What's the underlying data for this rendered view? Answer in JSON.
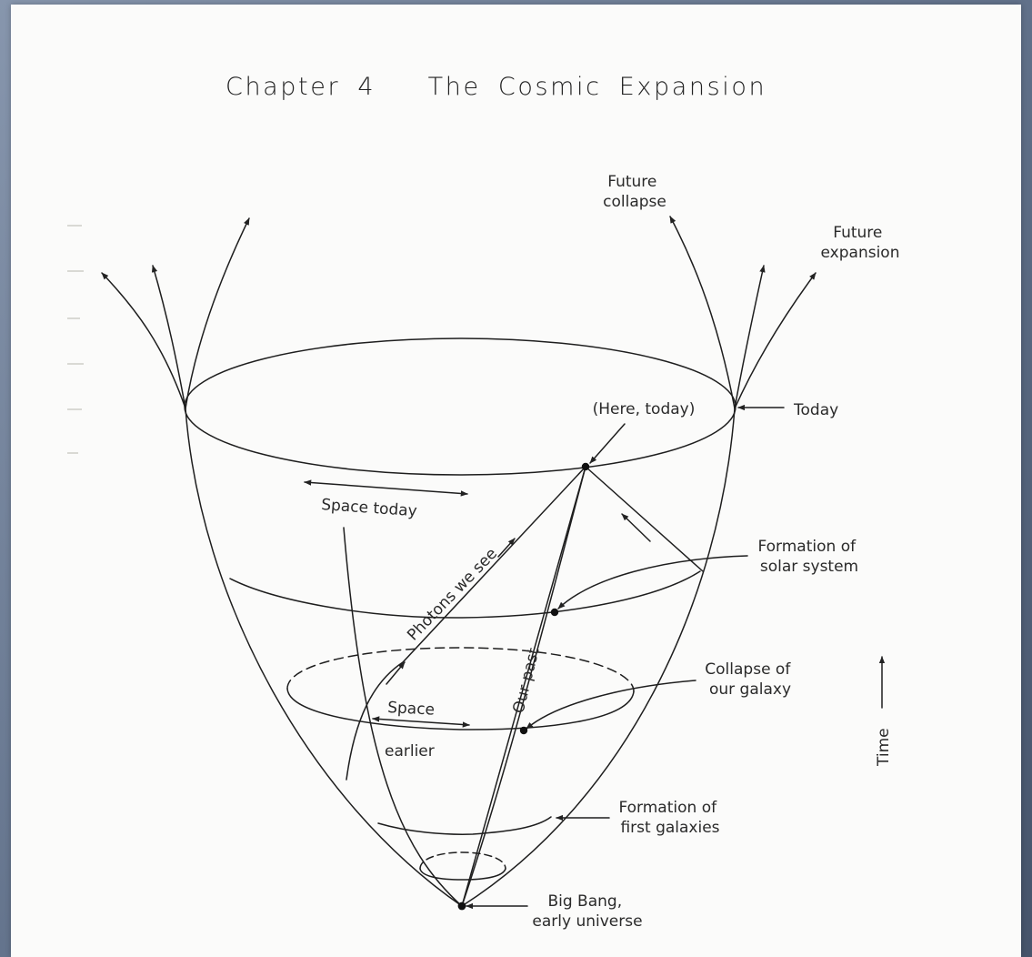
{
  "header": {
    "chapter": "Chapter 4",
    "title": "The Cosmic Expansion"
  },
  "labels": {
    "future_collapse": [
      "Future",
      "collapse"
    ],
    "future_expansion": [
      "Future",
      "expansion"
    ],
    "here_today": "(Here, today)",
    "today": "Today",
    "space_today": "Space today",
    "photons": "Photons we see",
    "solar_system": [
      "Formation of",
      "solar system"
    ],
    "our_past": "Our past",
    "collapse_galaxy": [
      "Collapse of",
      "our galaxy"
    ],
    "space": "Space",
    "earlier": "earlier",
    "time": "Time",
    "first_galaxies": [
      "Formation of",
      "first galaxies"
    ],
    "big_bang": [
      "Big Bang,",
      "early universe"
    ]
  }
}
